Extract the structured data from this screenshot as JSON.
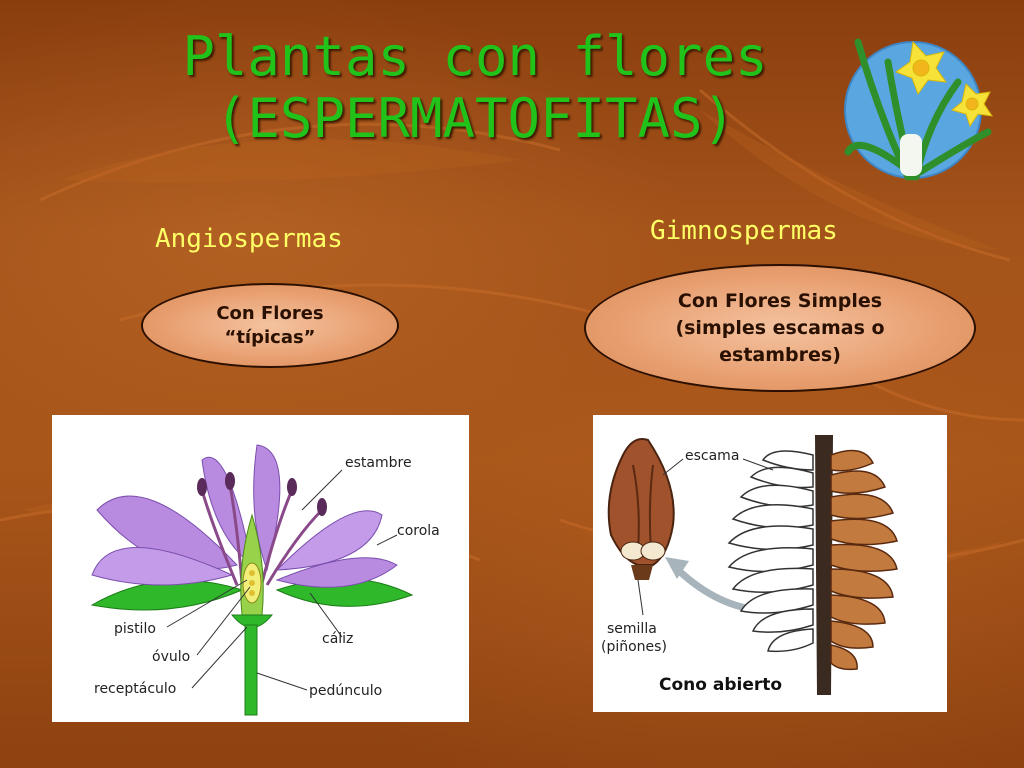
{
  "slide": {
    "title_line1": "Plantas con flores",
    "title_line2": "(ESPERMATOFITAS)"
  },
  "angiospermas": {
    "heading": "Angiospermas",
    "oval_line1": "Con Flores",
    "oval_line2": "“típicas”",
    "diagram_labels": {
      "estambre": "estambre",
      "corola": "corola",
      "pistilo": "pistilo",
      "caliz": "cáliz",
      "ovulo": "óvulo",
      "receptaculo": "receptáculo",
      "pedunculo": "pedúnculo"
    }
  },
  "gimnospermas": {
    "heading": "Gimnospermas",
    "oval_line1": "Con Flores Simples",
    "oval_line2": "(simples escamas o",
    "oval_line3": "estambres)",
    "diagram_labels": {
      "escama": "escama",
      "semilla": "semilla",
      "pinones": "(piñones)",
      "cono": "Cono abierto"
    }
  },
  "colors": {
    "title": "#21c21a",
    "heading": "#ffff66",
    "oval_fill": "#e9a173",
    "petal": "#b98be0",
    "leaf_green": "#2fb82a"
  }
}
